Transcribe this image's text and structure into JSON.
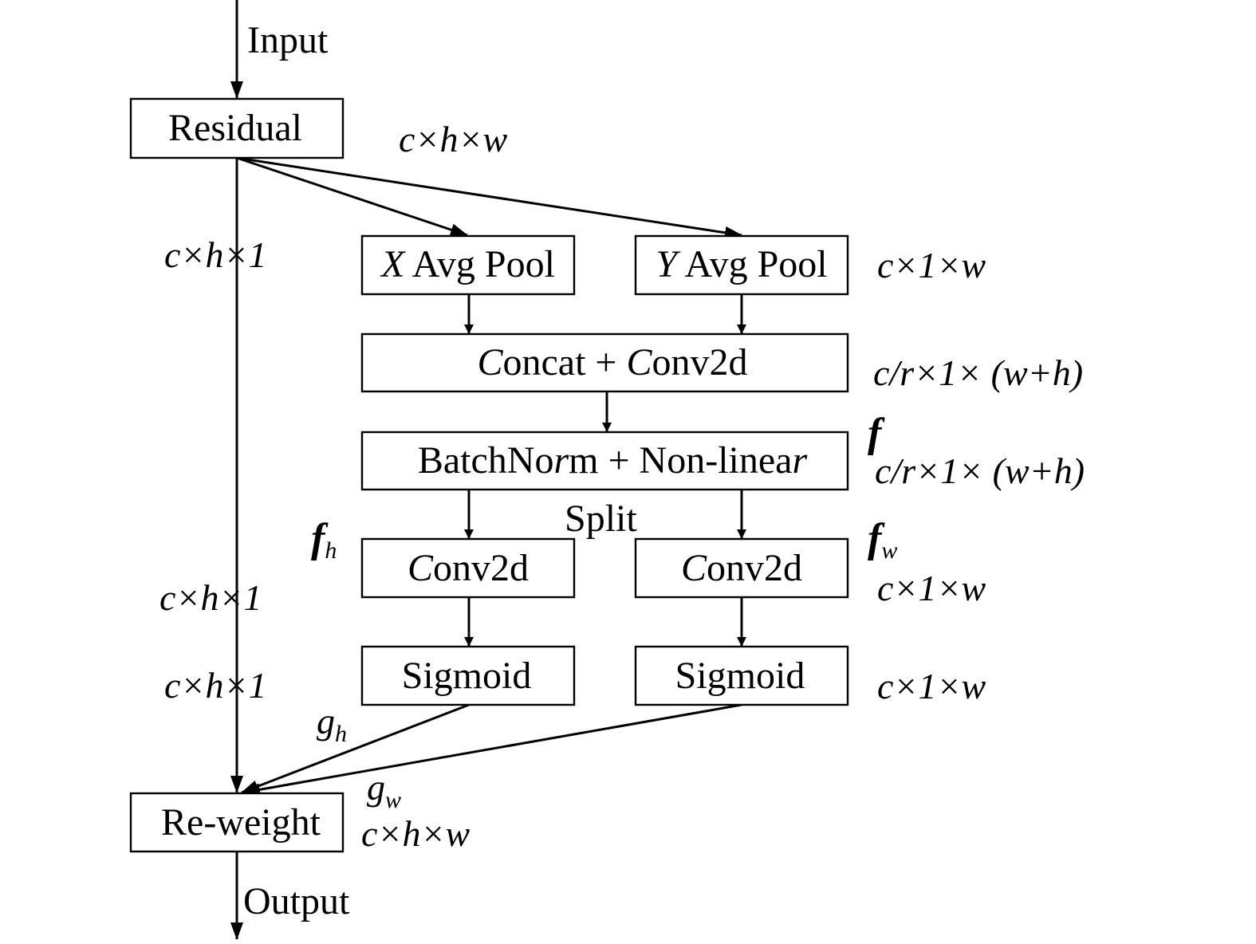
{
  "flow": {
    "input": "Input",
    "output": "Output",
    "split": "Split"
  },
  "boxes": {
    "residual": "Residual",
    "x_pool_var": "X",
    "x_pool_rest": " Avg Pool",
    "y_pool_var": "Y",
    "y_pool_rest": " Avg Pool",
    "concat_c1": "C",
    "concat_mid": "oncat + ",
    "concat_c2": "C",
    "concat_end": "onv2d",
    "bn_a": "BatchNo",
    "bn_b": "r",
    "bn_c": "m + Non-linea",
    "bn_d": "r",
    "conv_left_c": "C",
    "conv_left_rest": "onv2d",
    "conv_right_c": "C",
    "conv_right_rest": "onv2d",
    "sigmoid_left": "Sigmoid",
    "sigmoid_right": "Sigmoid",
    "reweight": "Re-weight"
  },
  "dims": {
    "residual_out": "c×h×w",
    "skip_1": "c×h×1",
    "skip_2": "c×h×1",
    "skip_3": "c×h×1",
    "pool_out": "c×1×w",
    "concat_out": "c/r×1× (w+h)",
    "bn_out": "c/r×1× (w+h)",
    "conv_out": "c×1×w",
    "sigmoid_out": "c×1×w",
    "reweight_out": "c×h×w"
  },
  "symbols": {
    "f": "f",
    "fh_main": "f",
    "fh_sub": "h",
    "fw_main": "f",
    "fw_sub": "w",
    "gh_main": "g",
    "gh_sub": "h",
    "gw_main": "g",
    "gw_sub": "w"
  }
}
